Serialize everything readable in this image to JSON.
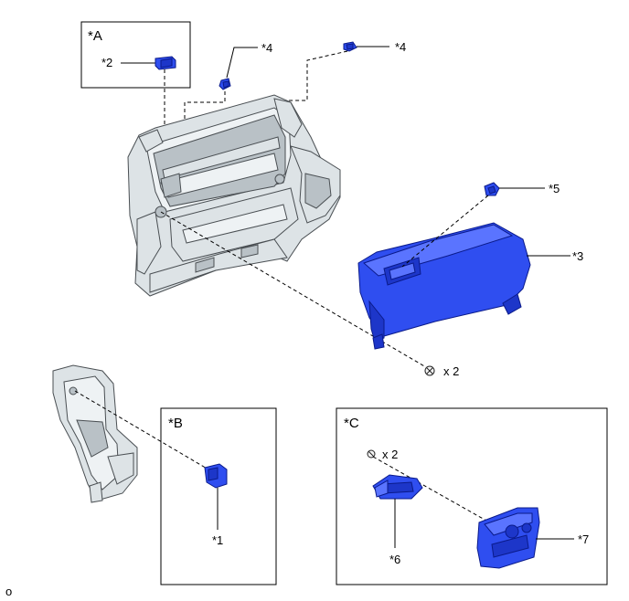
{
  "callouts": {
    "a": "*A",
    "b": "*B",
    "c": "*C",
    "p1": "*1",
    "p2": "*2",
    "p3": "*3",
    "p4a": "*4",
    "p4b": "*4",
    "p5": "*5",
    "p6": "*6",
    "p7": "*7",
    "qty_screw": "x 2",
    "qty_clip": "x 2",
    "corner_mark": "o"
  }
}
